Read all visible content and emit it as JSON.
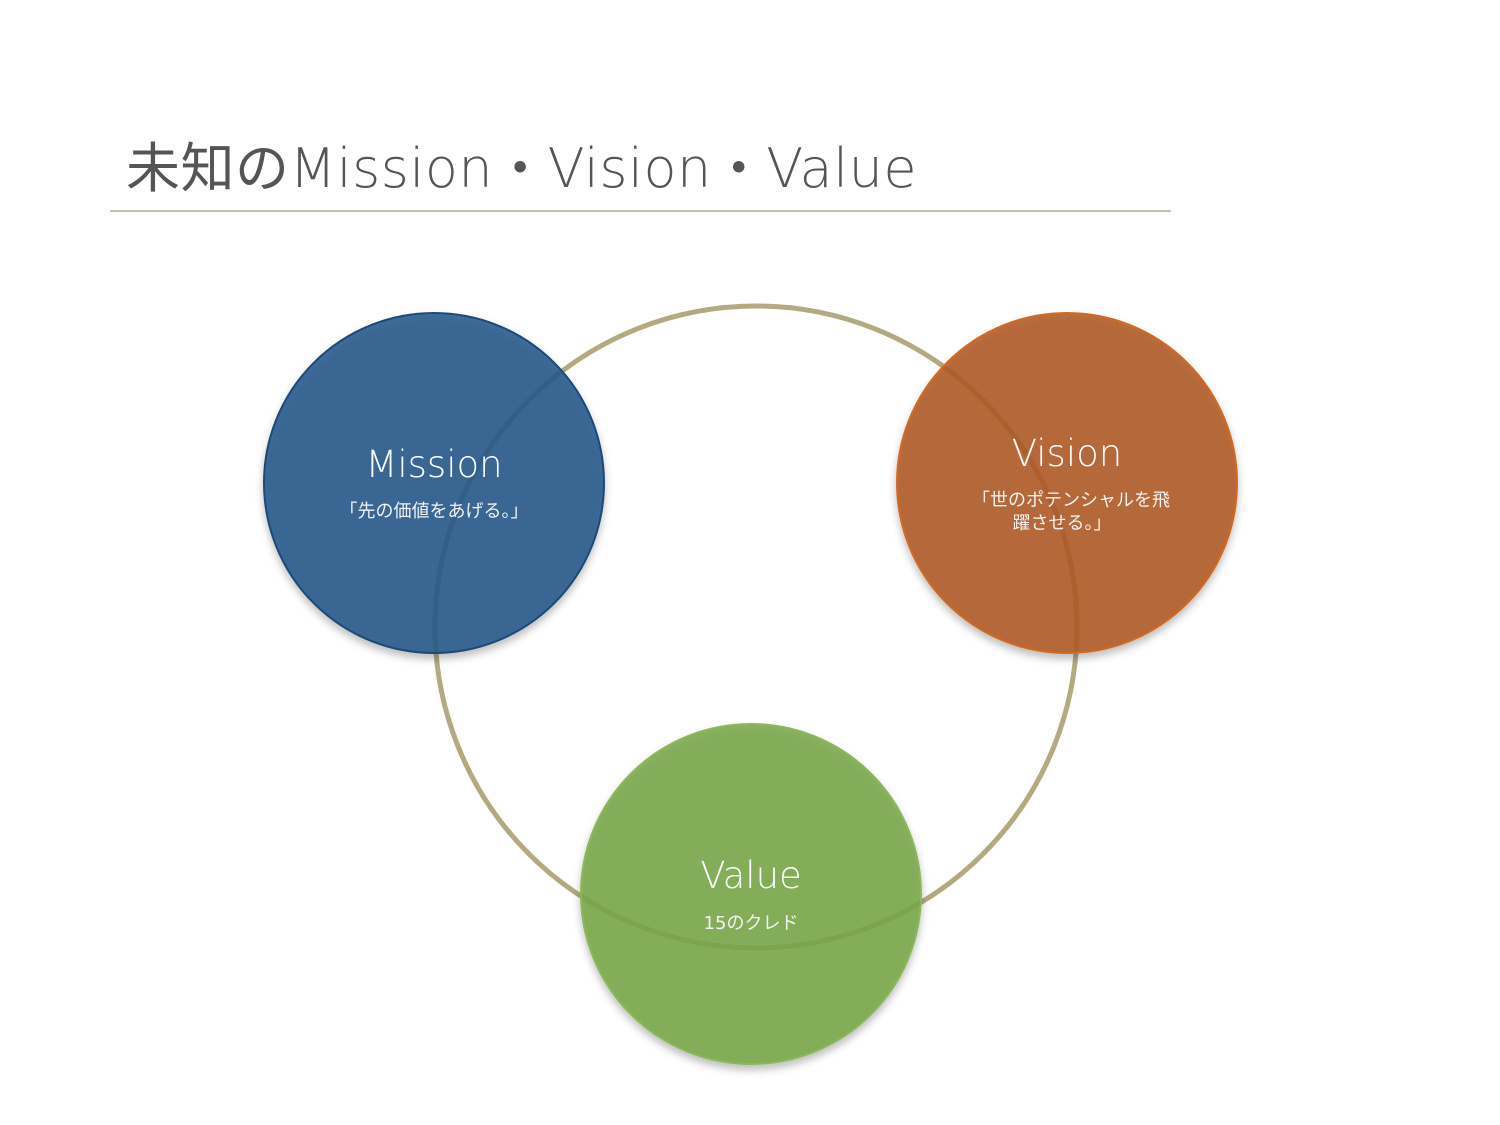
{
  "title": "未知のMission・Vision・Value",
  "colors": {
    "ring": "#b3aa82",
    "mission": "#24578a",
    "vision": "#b05a22",
    "value": "#79a648",
    "title_rule": "#c8c1a8",
    "title_text": "#555555"
  },
  "nodes": {
    "mission": {
      "heading": "Mission",
      "subtitle_lines": [
        "「先の価値をあげる。」"
      ]
    },
    "vision": {
      "heading": "Vision",
      "subtitle_lines": [
        "「世のポテンシャルを飛",
        "躍させる。」"
      ]
    },
    "value": {
      "heading": "Value",
      "subtitle_lines": [
        "15のクレド"
      ]
    }
  }
}
